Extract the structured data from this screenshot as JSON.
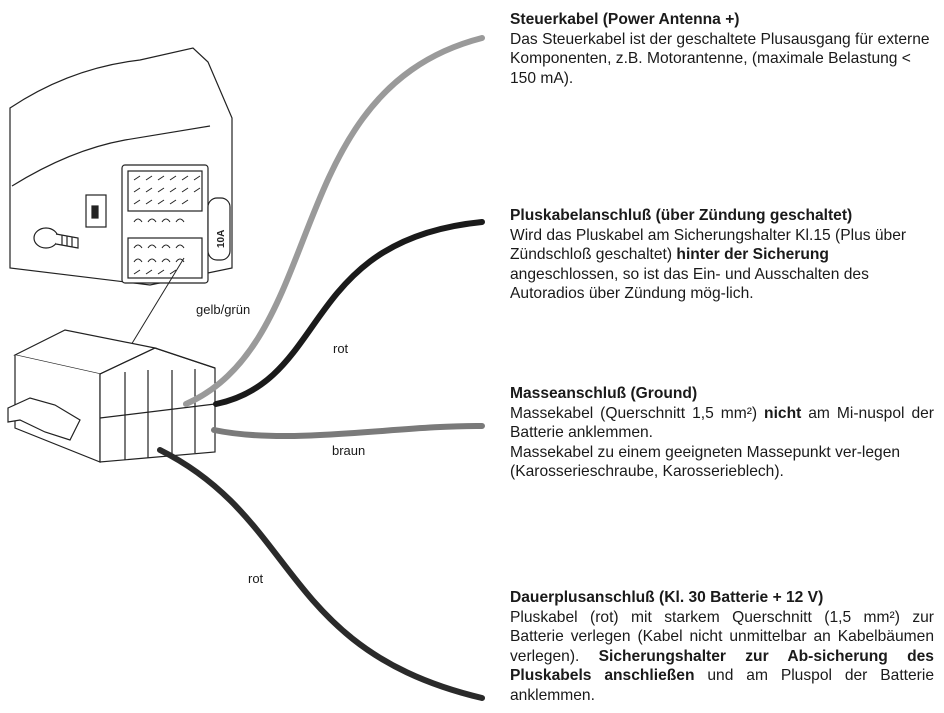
{
  "labels": {
    "gelb_gruen": "gelb/grün",
    "rot_top": "rot",
    "braun": "braun",
    "rot_bottom": "rot",
    "fuse": "10A"
  },
  "blocks": {
    "steuerkabel": {
      "title": "Steuerkabel  (Power Antenna +)",
      "text": "Das Steuerkabel ist der geschaltete Plusausgang für externe  Komponenten, z.B. Motorantenne, (maximale Belastung < 150 mA)."
    },
    "plus": {
      "title": "Pluskabelanschluß (über Zündung geschaltet)",
      "text1": "Wird das Pluskabel am Sicherungshalter Kl.15 (Plus über Zündschloß geschaltet) ",
      "bold": "hinter der Sicherung",
      "text2": " angeschlossen, so ist das Ein- und Ausschalten des Autoradios über Zündung mög-lich."
    },
    "masse": {
      "title": "Masseanschluß (Ground)",
      "text1": "Massekabel (Querschnitt 1,5 mm²) ",
      "bold": "nicht",
      "text2": " am Mi-nuspol der Batterie anklemmen.",
      "text3": "Massekabel zu einem geeigneten Massepunkt ver-legen (Karosserieschraube, Karosserieblech)."
    },
    "dauer": {
      "title": "Dauerplusanschluß (Kl. 30 Batterie + 12 V)",
      "text1": "Pluskabel (rot) mit starkem Querschnitt (1,5 mm²) zur Batterie verlegen (Kabel nicht unmittelbar an Kabelbäumen verlegen). ",
      "bold": "Sicherungshalter zur Ab-sicherung des Pluskabels anschließen",
      "text2": " und am Pluspol der Batterie anklemmen."
    }
  },
  "colors": {
    "wire_antenna": "#9a9a9a",
    "wire_plus": "#1a1a1a",
    "wire_ground": "#7a7a7a",
    "wire_battery": "#2a2a2a"
  }
}
